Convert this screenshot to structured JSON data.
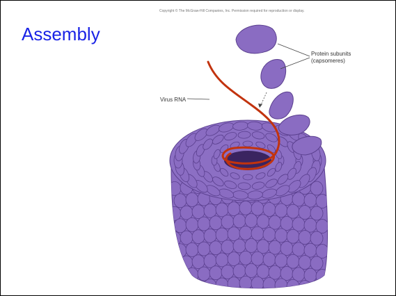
{
  "slide": {
    "title": "Assembly",
    "copyright": "Copyright © The McGraw-Hill Companies, Inc. Permission required for reproduction or display.",
    "labels": {
      "virus_rna": "Virus RNA",
      "protein_subunits_line1": "Protein subunits",
      "protein_subunits_line2": "(capsomeres)"
    }
  },
  "colors": {
    "title": "#1a23e6",
    "capsomere": "#8a6cc2",
    "capsomere_outline": "#5a3f8e",
    "rna": "#c2330e"
  }
}
